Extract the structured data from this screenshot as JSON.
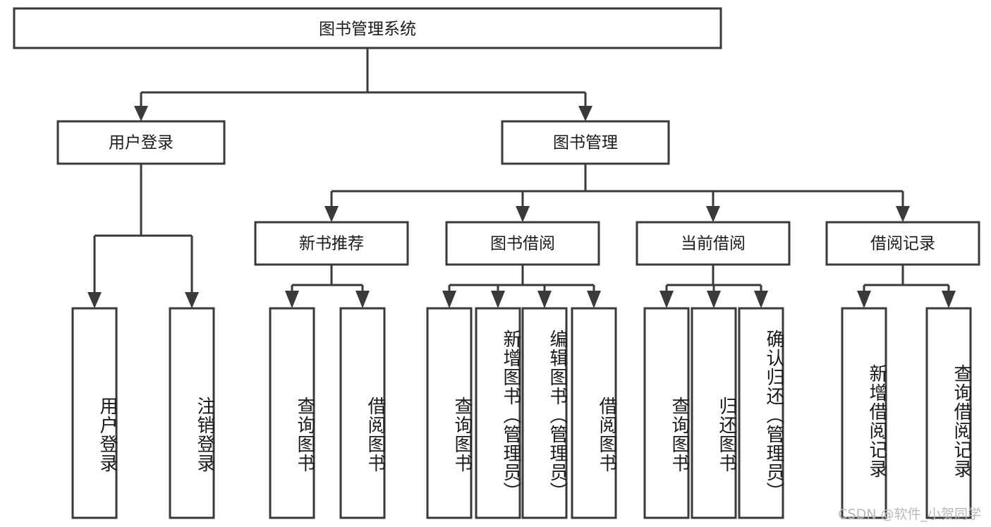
{
  "diagram": {
    "title": "图书管理系统",
    "type": "tree",
    "watermark": "CSDN @软件_小贺同学",
    "colors": {
      "stroke": "#3a3a3a",
      "fill": "#ffffff",
      "text": "#1a1a1a",
      "watermark": "#b9b9b9"
    },
    "root": {
      "label": "图书管理系统"
    },
    "level2": [
      {
        "id": "user-login",
        "label": "用户登录"
      },
      {
        "id": "book-manage",
        "label": "图书管理"
      }
    ],
    "level3": [
      {
        "id": "new-book-recommend",
        "label": "新书推荐"
      },
      {
        "id": "book-borrow",
        "label": "图书借阅"
      },
      {
        "id": "current-borrow",
        "label": "当前借阅"
      },
      {
        "id": "borrow-record",
        "label": "借阅记录"
      }
    ],
    "leaves": {
      "user-login": [
        {
          "id": "leaf-user-login",
          "label": "用户登录"
        },
        {
          "id": "leaf-logout-login",
          "label": "注销登录"
        }
      ],
      "new-book-recommend": [
        {
          "id": "leaf-query-book-1",
          "label": "查询图书"
        },
        {
          "id": "leaf-borrow-book-1",
          "label": "借阅图书"
        }
      ],
      "book-borrow": [
        {
          "id": "leaf-query-book-2",
          "label": "查询图书"
        },
        {
          "id": "leaf-add-book",
          "label": "新增图书（管理员）"
        },
        {
          "id": "leaf-edit-book",
          "label": "编辑图书（管理员）"
        },
        {
          "id": "leaf-borrow-book-2",
          "label": "借阅图书"
        }
      ],
      "current-borrow": [
        {
          "id": "leaf-query-book-3",
          "label": "查询图书"
        },
        {
          "id": "leaf-return-book",
          "label": "归还图书"
        },
        {
          "id": "leaf-confirm-return",
          "label": "确认归还（管理员）"
        }
      ],
      "borrow-record": [
        {
          "id": "leaf-add-record",
          "label": "新增借阅记录"
        },
        {
          "id": "leaf-query-record",
          "label": "查询借阅记录"
        }
      ]
    }
  }
}
